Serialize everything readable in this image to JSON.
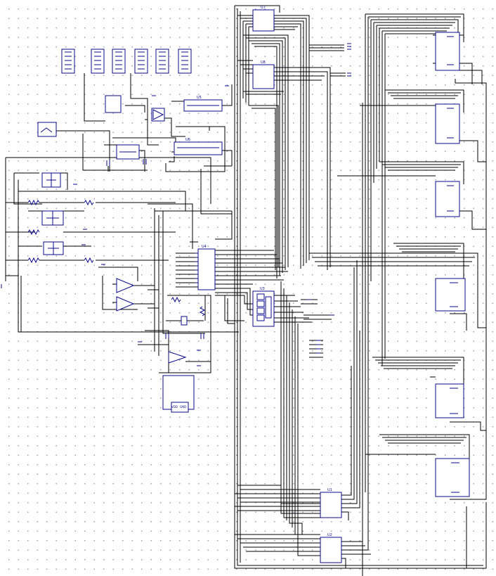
{
  "schematic": {
    "ic_labels": {
      "u_top_right_1": "U7",
      "u_top_right_2": "U8",
      "u_center": "U4",
      "u_bottom_1": "U1",
      "u_bottom_2": "U2",
      "u_mid": "U3",
      "u_small_1": "U5",
      "u_small_2": "U6"
    },
    "net_labels": {
      "vdd": "VDD",
      "gnd": "GND"
    },
    "colors": {
      "wire": "#000000",
      "component": "#0a0a8c",
      "grid_dot": "#9aa0b4",
      "background": "#ffffff"
    }
  }
}
